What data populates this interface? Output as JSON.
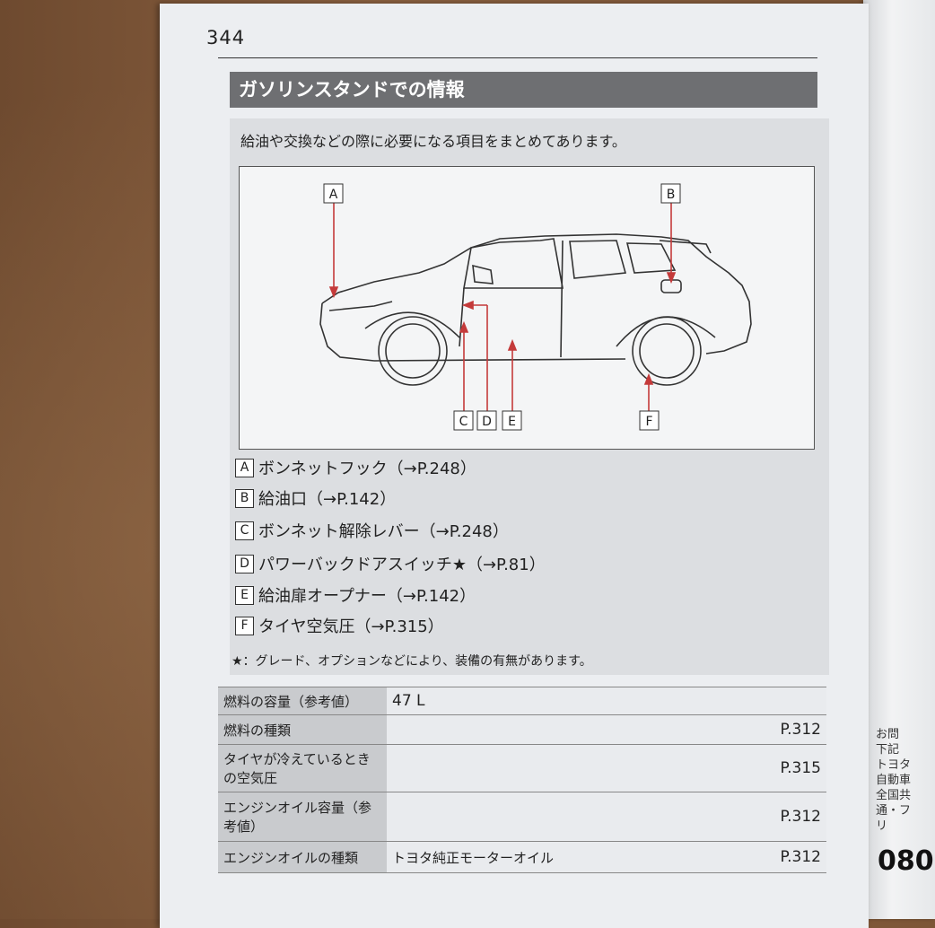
{
  "page": {
    "number": "344",
    "section_title": "ガソリンスタンドでの情報",
    "intro": "給油や交換などの際に必要になる項目をまとめてあります。"
  },
  "diagram": {
    "labels": [
      "A",
      "B",
      "C",
      "D",
      "E",
      "F"
    ]
  },
  "legend": [
    {
      "key": "A",
      "text": "ボンネットフック（→P.248）"
    },
    {
      "key": "B",
      "text": "給油口（→P.142）"
    },
    {
      "key": "C",
      "text": "ボンネット解除レバー（→P.248）"
    },
    {
      "key": "D",
      "text": "パワーバックドアスイッチ★（→P.81）"
    },
    {
      "key": "E",
      "text": "給油扉オープナー（→P.142）"
    },
    {
      "key": "F",
      "text": "タイヤ空気圧（→P.315）"
    }
  ],
  "note": "★：グレード、オプションなどにより、装備の有無があります。",
  "spec_table": [
    {
      "label": "燃料の容量（参考値）",
      "value": "47 L",
      "ref": ""
    },
    {
      "label": "燃料の種類",
      "value": "",
      "ref": "P.312"
    },
    {
      "label": "タイヤが冷えているときの空気圧",
      "value": "",
      "ref": "P.315"
    },
    {
      "label": "エンジンオイル容量（参考値）",
      "value": "",
      "ref": "P.312"
    },
    {
      "label": "エンジンオイルの種類",
      "value": "トヨタ純正モーターオイル",
      "ref": "P.312"
    }
  ],
  "edge": {
    "text_lines": [
      "お問",
      "下記",
      "トヨタ自動車",
      "全国共通・フリ"
    ],
    "big": "080"
  }
}
